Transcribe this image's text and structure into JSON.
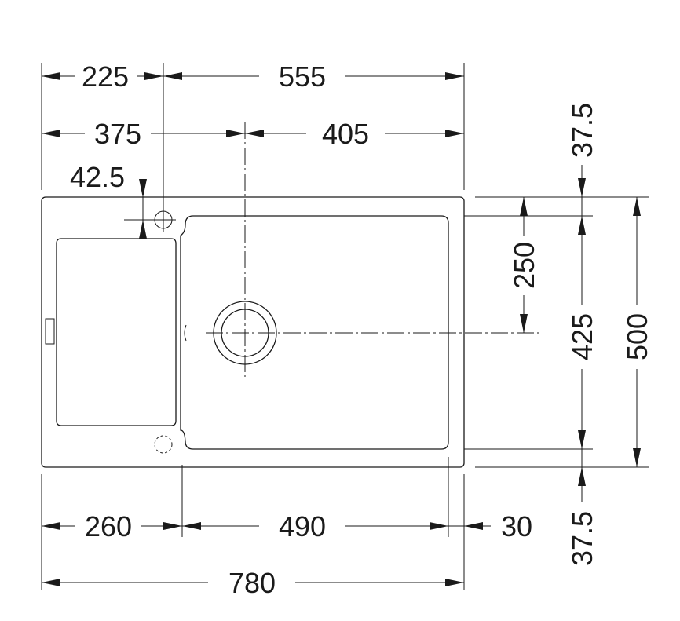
{
  "dimensions": {
    "d225": "225",
    "d555": "555",
    "d375": "375",
    "d405": "405",
    "d42_5": "42.5",
    "d37_5_top": "37.5",
    "d250": "250",
    "d425": "425",
    "d500": "500",
    "d260": "260",
    "d490": "490",
    "d30": "30",
    "d37_5_bottom": "37.5",
    "d780": "780"
  }
}
